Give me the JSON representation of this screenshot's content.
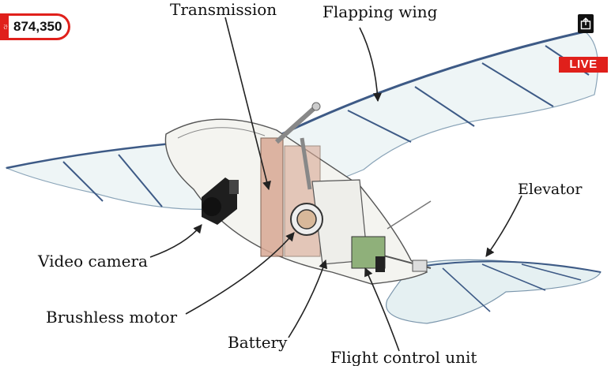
{
  "overlay": {
    "viewer_count": "874,350",
    "live_label": "LIVE",
    "side_tag": "간",
    "share_icon": "share-icon",
    "colors": {
      "accent": "#e0201b",
      "badge_text": "#ffffff"
    }
  },
  "diagram": {
    "labels": {
      "transmission": "Transmission",
      "flapping_wing": "Flapping wing",
      "elevator": "Elevator",
      "video_camera": "Video camera",
      "brushless_motor": "Brushless motor",
      "battery": "Battery",
      "flight_control_unit": "Flight control unit"
    },
    "colors": {
      "wing_fill": "#eef5f6",
      "wing_edge": "#3d5a86",
      "frame": "#d8a894",
      "body": "#f4f4f0",
      "line": "#222222"
    }
  }
}
